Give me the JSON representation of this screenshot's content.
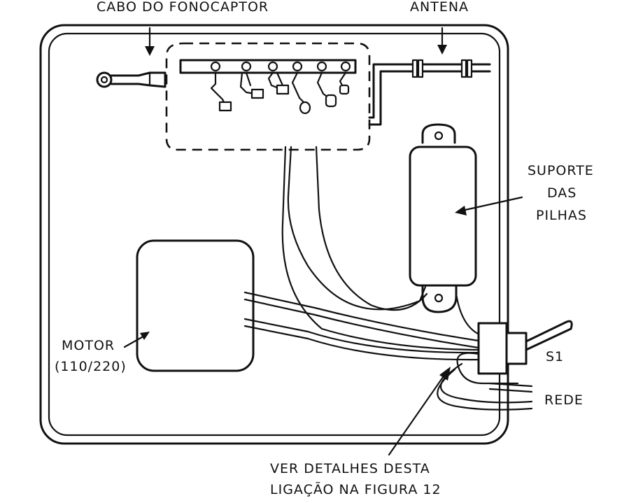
{
  "labels": {
    "cabo_do_fonocaptor": "CABO  DO  FONOCAPTOR",
    "antena": "ANTENA",
    "suporte_line1": "SUPORTE",
    "suporte_line2": "DAS",
    "suporte_line3": "PILHAS",
    "motor_line1": "MOTOR",
    "motor_line2": "(110/220)",
    "s1": "S1",
    "rede": "REDE",
    "note_line1": "VER  DETALHES  DESTA",
    "note_line2": "LIGAÇÃO  NA  FIGURA  12"
  },
  "colors": {
    "ink": "#111111",
    "paper": "#ffffff"
  }
}
